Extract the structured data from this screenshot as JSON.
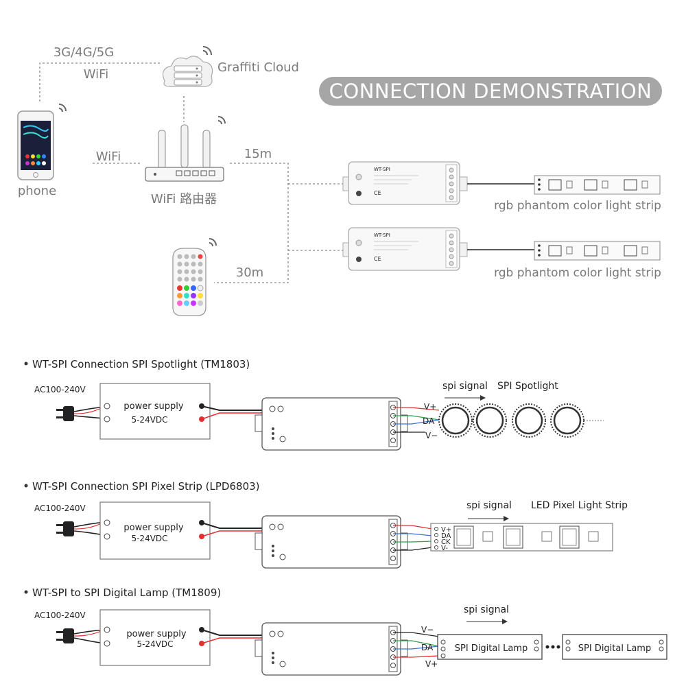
{
  "top": {
    "banner": "CONNECTION DEMONSTRATION",
    "network_label_line1": "3G/4G/5G",
    "network_label_line2": "WiFi",
    "cloud_label": "Graffiti Cloud",
    "phone_label": "phone",
    "phone_wifi_label": "WiFi",
    "router_label": "WiFi 路由器",
    "distance_router": "15m",
    "distance_remote": "30m",
    "strip_label_1": "rgb phantom color light strip",
    "strip_label_2": "rgb phantom color light strip",
    "controller_model": "WT-SPI"
  },
  "sections": [
    {
      "title": "WT-SPI Connection SPI Spotlight (TM1803)",
      "ac_label": "AC100-240V",
      "psu_line1": "power supply",
      "psu_line2": "5-24VDC",
      "signal_label": "spi signal",
      "device_label": "SPI Spotlight",
      "pins": [
        "V+",
        "DA",
        "V−"
      ]
    },
    {
      "title": "WT-SPI Connection SPI Pixel Strip (LPD6803)",
      "ac_label": "AC100-240V",
      "psu_line1": "power supply",
      "psu_line2": "5-24VDC",
      "signal_label": "spi signal",
      "device_label": "LED Pixel Light Strip",
      "pins": [
        "V+",
        "DA",
        "CK",
        "V-"
      ]
    },
    {
      "title": "WT-SPI to SPI Digital Lamp (TM1809)",
      "ac_label": "AC100-240V",
      "psu_line1": "power supply",
      "psu_line2": "5-24VDC",
      "signal_label": "spi signal",
      "device_label": "SPI Digital Lamp",
      "device_label_2": "SPI Digital Lamp",
      "pins": [
        "V−",
        "DA",
        "V+"
      ]
    }
  ],
  "colors": {
    "banner_bg": "#a6a6a6",
    "wire_red": "#e03030",
    "wire_green": "#2e9e4a",
    "wire_blue": "#3a6fd8",
    "wire_black": "#222222",
    "dashed": "#8a8a8a"
  }
}
